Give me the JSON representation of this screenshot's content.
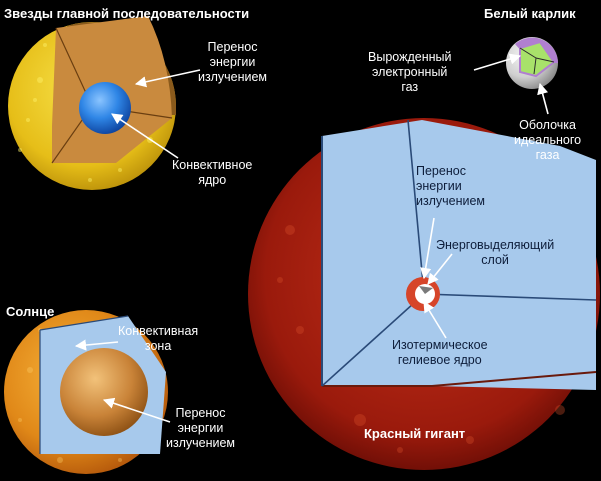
{
  "titles": {
    "main_sequence": "Звезды главной последовательности",
    "white_dwarf": "Белый карлик",
    "sun": "Солнце",
    "red_giant": "Красный гигант"
  },
  "labels": {
    "ms_radiative": [
      "Перенос",
      "энергии",
      "излучением"
    ],
    "ms_core": [
      "Конвективное",
      "ядро"
    ],
    "wd_degenerate": [
      "Вырожденный",
      "электронный",
      "газ"
    ],
    "wd_shell": [
      "Оболочка",
      "идеального",
      "газа"
    ],
    "rg_radiative": [
      "Перенос",
      "энергии",
      "излучением"
    ],
    "rg_shell": [
      "Энерговыделяющий",
      "слой"
    ],
    "rg_core": [
      "Изотермическое",
      "гелиевое ядро"
    ],
    "sun_convective": [
      "Конвективная",
      "зона"
    ],
    "sun_radiative": [
      "Перенос",
      "энергии",
      "излучением"
    ]
  },
  "colors": {
    "background": "#000000",
    "text": "#ffffff",
    "arrow": "#ffffff",
    "yellow_surface": "#e8c21c",
    "interior_orange": "#c98a3e",
    "blue_core": "#1e74d6",
    "light_blue": "#a7c9ec",
    "red_surface": "#9a1a0c",
    "wd_green": "#a8e26a",
    "wd_purple": "#b07fd0"
  }
}
